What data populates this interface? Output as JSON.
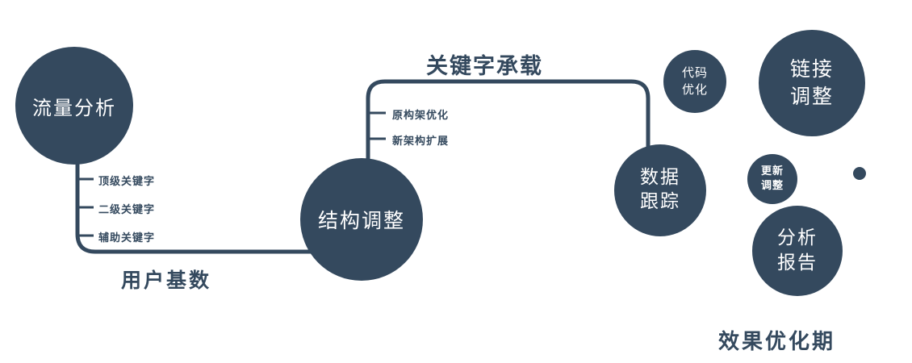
{
  "colors": {
    "primary": "#34495e",
    "text_on_dark": "#ffffff",
    "background": "#ffffff"
  },
  "nodes": {
    "traffic_analysis": {
      "label": "流量分析"
    },
    "structure_adjust": {
      "label": "结构调整"
    },
    "data_tracking": {
      "line1": "数据",
      "line2": "跟踪"
    },
    "code_optimization": {
      "line1": "代码",
      "line2": "优化"
    },
    "link_adjustment": {
      "line1": "链接",
      "line2": "调整"
    },
    "update_adjustment": {
      "line1": "更新",
      "line2": "调整"
    },
    "analysis_report": {
      "line1": "分析",
      "line2": "报告"
    }
  },
  "edge_labels": {
    "user_base": "用户基数",
    "keyword_carrying": "关键字承载"
  },
  "branch_labels": {
    "traffic": [
      "顶级关键字",
      "二级关键字",
      "辅助关键字"
    ],
    "structure": [
      "原构架优化",
      "新架构扩展"
    ]
  },
  "caption": "效果优化期"
}
